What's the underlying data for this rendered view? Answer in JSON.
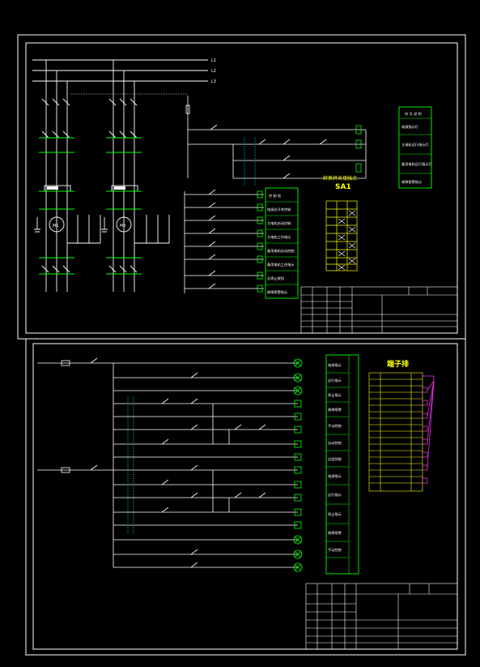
{
  "colors": {
    "background": "#000000",
    "frame": "#ffffff",
    "wire": "#ffffff",
    "device": "#00ff00",
    "label_primary": "#ffff00",
    "label_secondary": "#ff33ff",
    "accent_cyan": "#00ffff"
  },
  "sheet1": {
    "phase_labels": [
      "L1",
      "L2",
      "L3"
    ],
    "motor_labels": [
      "M1",
      "M2"
    ],
    "switch_title": "转换开关接线点",
    "switch_code": "SA1",
    "panel_header": "控 制 柜",
    "panel_rows": [
      "电源总开关控制",
      "主电机启动控制",
      "主电机工作指示",
      "备用电机启动控制",
      "备用电机工作指示",
      "总停止按钮",
      "故障报警指示"
    ],
    "right_legend_header": "符 号 说 明",
    "right_legend_rows": [
      "电源指示灯",
      "主电机运行指示灯",
      "备用电机运行指示灯",
      "故障报警指示"
    ]
  },
  "sheet2": {
    "terminal_title": "端子排",
    "right_labels": [
      "电源指示",
      "运行指示",
      "停止指示",
      "故障报警",
      "手动控制",
      "自动控制",
      "远程控制",
      "电源指示",
      "运行指示",
      "停止指示",
      "故障报警",
      "手动控制"
    ]
  }
}
